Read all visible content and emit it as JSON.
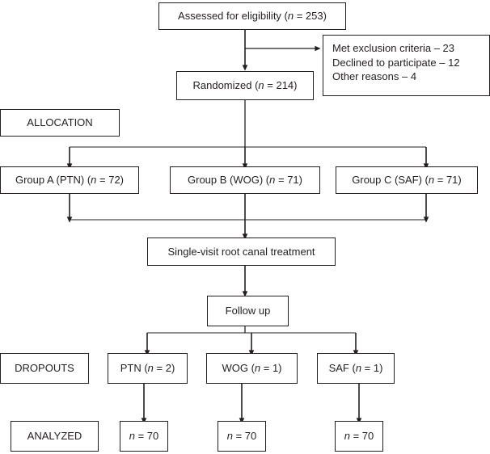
{
  "diagram": {
    "title": "CONSORT participant flow diagram",
    "type": "flowchart",
    "stroke_color": "#231f20",
    "background_color": "#ffffff"
  },
  "nodes": {
    "assessed": {
      "label": "Assessed for eligibility (n = 253)",
      "n": 253
    },
    "excluded": {
      "line1": "Met exclusion criteria – 23",
      "line2": "Declined to participate – 12",
      "line3": "Other reasons – 4"
    },
    "randomized": {
      "label": "Randomized (n = 214)",
      "n": 214
    },
    "allocation_label": {
      "label": "ALLOCATION"
    },
    "group_a": {
      "label": "Group A (PTN) (n = 72)",
      "n": 72
    },
    "group_b": {
      "label": "Group B (WOG) (n = 71)",
      "n": 71
    },
    "group_c": {
      "label": "Group C (SAF) (n = 71)",
      "n": 71
    },
    "treatment": {
      "label": "Single-visit root canal treatment"
    },
    "followup": {
      "label": "Follow up"
    },
    "dropouts_label": {
      "label": "DROPOUTS"
    },
    "dropout_ptn": {
      "label": "PTN (n = 2)",
      "n": 2
    },
    "dropout_wog": {
      "label": "WOG (n = 1)",
      "n": 1
    },
    "dropout_saf": {
      "label": "SAF (n = 1)",
      "n": 1
    },
    "analyzed_label": {
      "label": "ANALYZED"
    },
    "analyzed_ptn": {
      "label": "n = 70",
      "n": 70
    },
    "analyzed_wog": {
      "label": "n = 70",
      "n": 70
    },
    "analyzed_saf": {
      "label": "n = 70",
      "n": 70
    }
  }
}
